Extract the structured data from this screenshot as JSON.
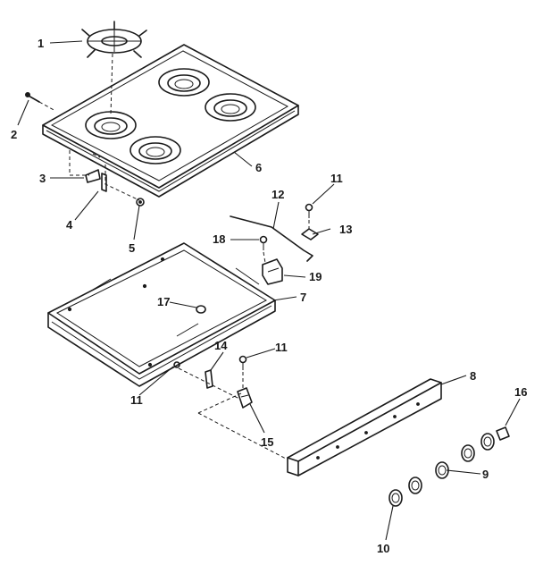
{
  "callouts": {
    "c1": "1",
    "c2": "2",
    "c3": "3",
    "c4": "4",
    "c5": "5",
    "c6": "6",
    "c7": "7",
    "c8": "8",
    "c9": "9",
    "c10": "10",
    "c11a": "11",
    "c11b": "11",
    "c11c": "11",
    "c12": "12",
    "c13": "13",
    "c14": "14",
    "c15": "15",
    "c16": "16",
    "c17": "17",
    "c18": "18",
    "c19": "19"
  },
  "line_color": "#1a1a1a",
  "background_color": "#ffffff"
}
